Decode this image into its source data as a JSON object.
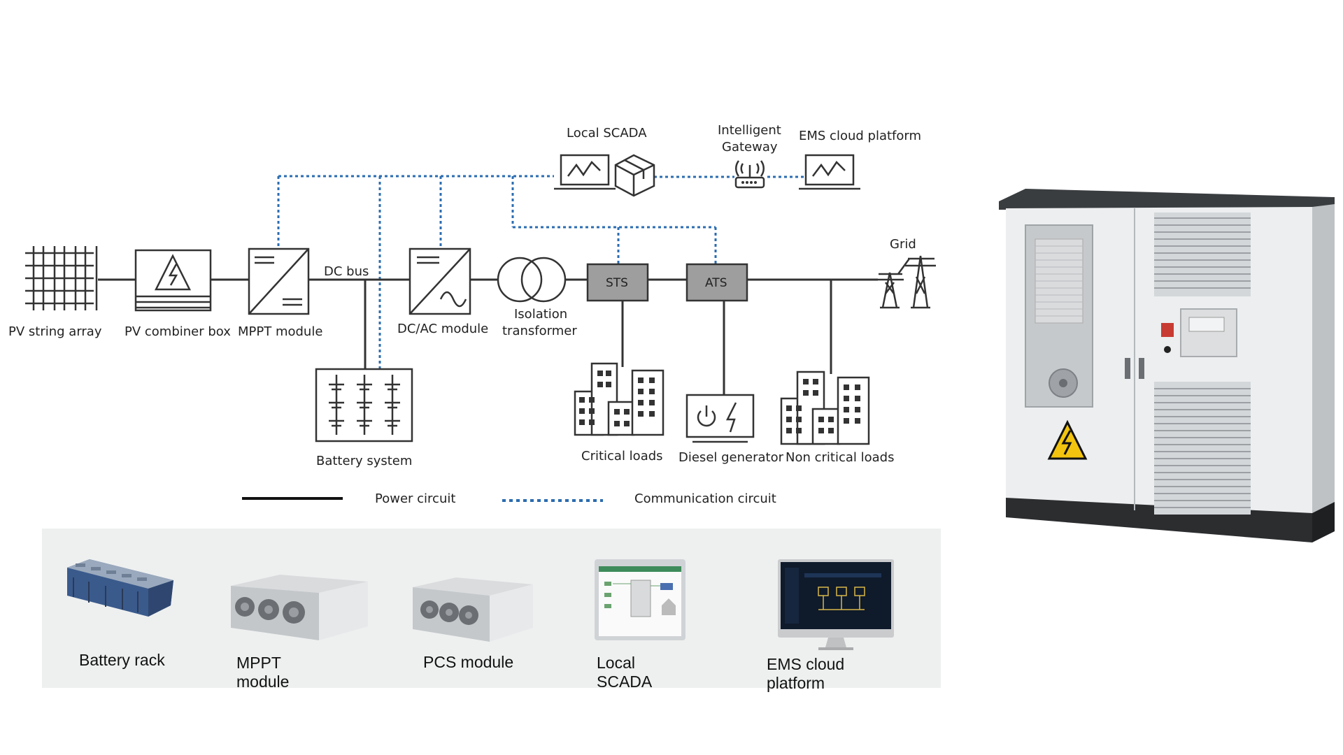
{
  "diagram": {
    "nodes": {
      "pv_array": "PV string  array",
      "pv_combiner": "PV combiner box",
      "mppt": "MPPT module",
      "dc_bus": "DC bus",
      "dcac": "DC/AC module",
      "isolation_1": "Isolation",
      "isolation_2": "transformer",
      "sts": "STS",
      "ats": "ATS",
      "grid": "Grid",
      "battery": "Battery system",
      "critical": "Critical loads",
      "diesel": "Diesel generator",
      "noncritical": "Non critical loads",
      "scada": "Local SCADA",
      "gateway_1": "Intelligent",
      "gateway_2": "Gateway",
      "ems": "EMS cloud platform"
    },
    "legend": {
      "power": "Power circuit",
      "comm": "Communication circuit"
    },
    "products": {
      "battery_rack": "Battery rack",
      "mppt_1": "MPPT",
      "mppt_2": "module",
      "pcs": "PCS module",
      "scada_1": "Local",
      "scada_2": "SCADA",
      "ems_1": "EMS cloud",
      "ems_2": "platform"
    },
    "colors": {
      "power_line": "#333333",
      "comm_line": "#2b6cb0",
      "switch_box": "#9e9e9e",
      "product_panel": "#eef0f0",
      "warning": "#f2c40f"
    }
  }
}
